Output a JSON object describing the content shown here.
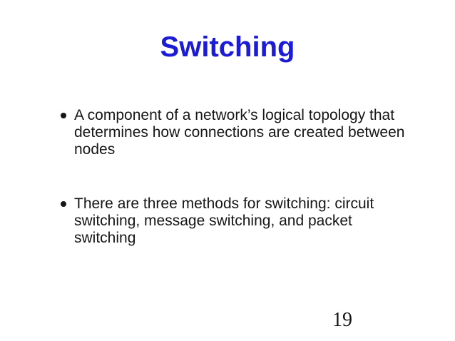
{
  "slide": {
    "title": "Switching",
    "title_color": "#1b1bd8",
    "bullets": [
      {
        "lines": [
          "A component of a network’s logical topology that",
          "determines how connections are created between",
          "nodes"
        ]
      },
      {
        "lines": [
          "There are three methods for switching: circuit",
          "switching, message switching, and packet",
          "switching"
        ]
      }
    ],
    "page_number": "19"
  }
}
